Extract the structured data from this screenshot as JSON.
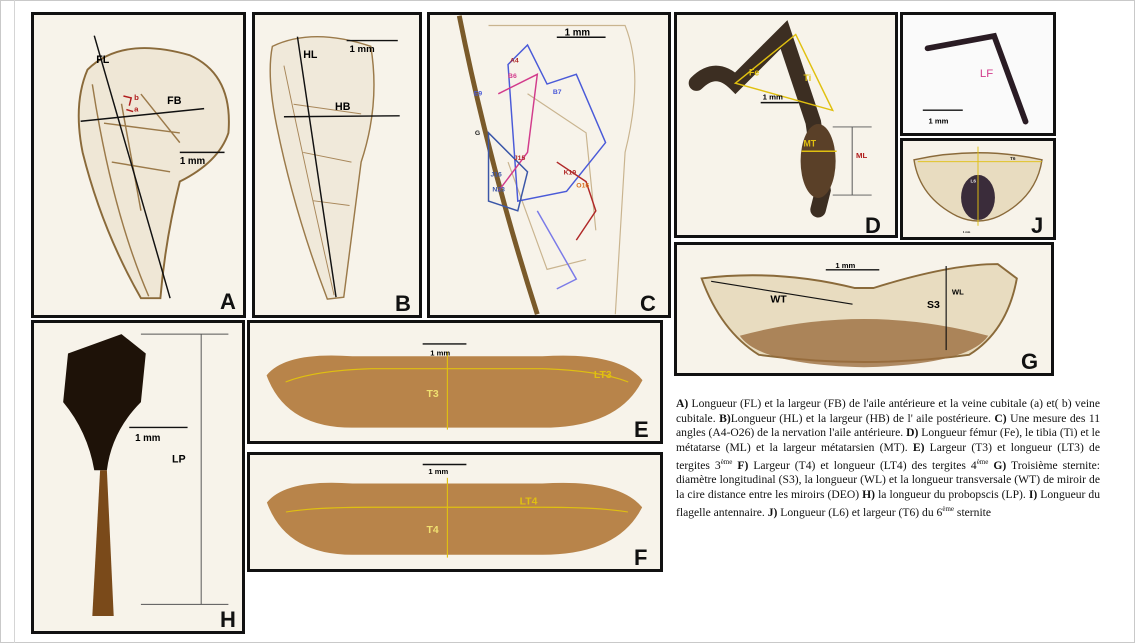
{
  "panels": {
    "A": {
      "letter": "A",
      "labels": {
        "fl": "FL",
        "fb": "FB",
        "a": "a",
        "b": "b"
      },
      "scale": "1 mm"
    },
    "B": {
      "letter": "B",
      "labels": {
        "hl": "HL",
        "hb": "HB"
      },
      "scale": "1 mm"
    },
    "C": {
      "letter": "C",
      "labels": {
        "a4": "A4",
        "b6": "B6",
        "b7": "B7",
        "e9": "E9",
        "g": "G",
        "j16": "J16",
        "j15": "J15",
        "n23": "N23",
        "k19": "K19",
        "o16": "O16"
      },
      "scale": "1 mm"
    },
    "D": {
      "letter": "D",
      "labels": {
        "fe": "Fe",
        "ti": "Ti",
        "mt": "MT",
        "ml": "ML"
      },
      "scale": "1 mm"
    },
    "I": {
      "labels": {
        "lf": "LF"
      },
      "scale": "1 mm"
    },
    "J": {
      "letter": "J",
      "labels": {
        "t6": "T6",
        "l6": "L6"
      },
      "scale": "1 mm"
    },
    "G": {
      "letter": "G",
      "labels": {
        "wt": "WT",
        "s3": "S3",
        "wl": "WL"
      },
      "scale": "1 mm"
    },
    "H": {
      "letter": "H",
      "labels": {
        "lp": "LP"
      },
      "scale": "1 mm"
    },
    "E": {
      "letter": "E",
      "labels": {
        "t3": "T3",
        "lt3": "LT3"
      },
      "scale": "1 mm"
    },
    "F": {
      "letter": "F",
      "labels": {
        "t4": "T4",
        "lt4": "LT4"
      },
      "scale": "1 mm"
    }
  },
  "caption": {
    "a_key": "A)",
    "a_text": " Longueur (FL) et la largeur (FB) de l'aile antérieure  et la veine cubitale (a) et( b) veine cubitale. ",
    "b_key": "B)",
    "b_text": "Longueur (HL) et la largeur (HB) de l' aile postérieure. ",
    "c_key": "C)",
    "c_text": " Une mesure des 11 angles (A4-O26) de la nervation l'aile antérieure. ",
    "d_key": "D)",
    "d_text": " Longueur fémur (Fe), le tibia (Ti) et le métatarse (ML) et la largeur métatarsien (MT). ",
    "e_key": "E)",
    "e_text": " Largeur (T3) et longueur (LT3) de tergites 3",
    "e_sup": "ème",
    "f_key": "F)",
    "f_text": " Largeur (T4) et longueur (LT4) des tergites 4",
    "f_sup": "ème",
    "g_key": "G)",
    "g_text": " Troisième sternite: diamètre longitudinal (S3), la longueur (WL) et la longueur transversale (WT) de miroir de la cire distance entre les miroirs (DEO) ",
    "h_key": "H)",
    "h_text": " la longueur du probopscis (LP). ",
    "i_key": "I)",
    "i_text": " Longueur du flagelle antennaire. ",
    "j_key": "J)",
    "j_text": " Longueur (L6) et largeur (T6) du 6",
    "j_sup": "ème",
    "j_end": " sternite"
  }
}
